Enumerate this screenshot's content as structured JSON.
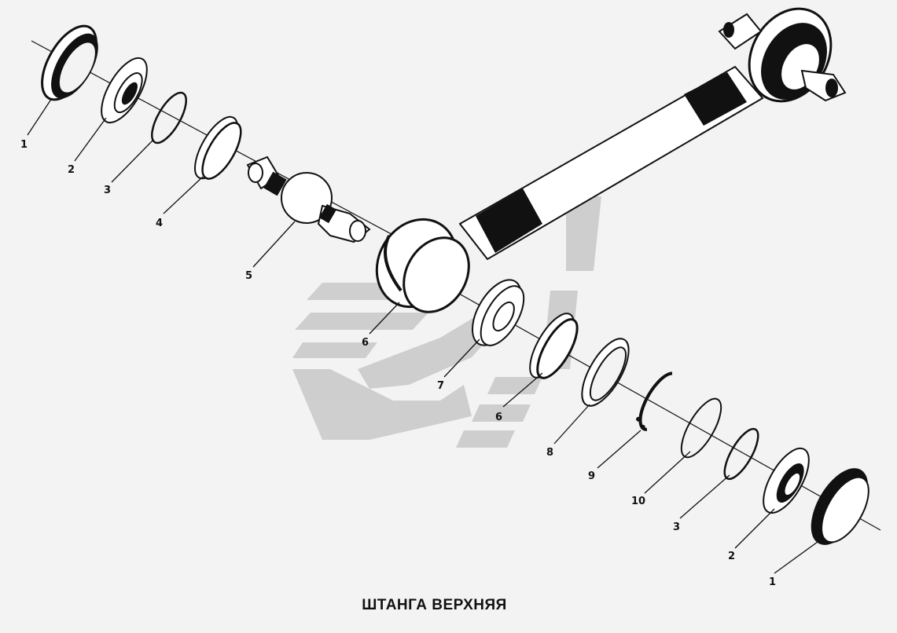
{
  "caption": "ШТАНГА ВЕРХНЯЯ",
  "callouts": [
    {
      "id": "left-1",
      "text": "1"
    },
    {
      "id": "left-2",
      "text": "2"
    },
    {
      "id": "left-3",
      "text": "3"
    },
    {
      "id": "left-4",
      "text": "4"
    },
    {
      "id": "left-5",
      "text": "5"
    },
    {
      "id": "center-6",
      "text": "6"
    },
    {
      "id": "center-7",
      "text": "7"
    },
    {
      "id": "center-6b",
      "text": "6"
    },
    {
      "id": "right-8",
      "text": "8"
    },
    {
      "id": "right-9",
      "text": "9"
    },
    {
      "id": "right-10",
      "text": "10"
    },
    {
      "id": "right-3",
      "text": "3"
    },
    {
      "id": "right-2",
      "text": "2"
    },
    {
      "id": "right-1",
      "text": "1"
    }
  ],
  "colors": {
    "ink": "#111111",
    "paper": "#f3f3f3",
    "watermark": "#c8c8c8"
  }
}
